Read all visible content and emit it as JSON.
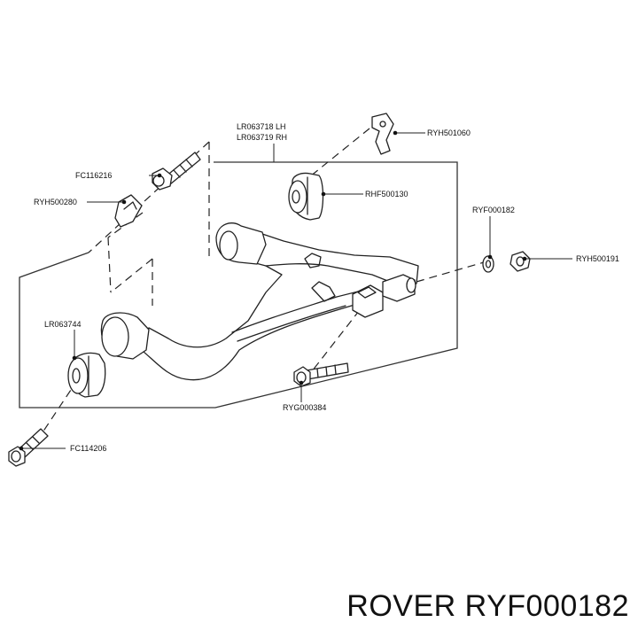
{
  "labels": {
    "arm_lh": "LR063718 LH",
    "arm_rh": "LR063719 RH",
    "bracket_top": "RYH501060",
    "bolt_top": "FC116216",
    "clip_left": "RYH500280",
    "bush_top": "RHF500130",
    "washer": "RYF000182",
    "nut": "RYH500191",
    "bush_front": "LR063744",
    "bolt_lower": "RYG000384",
    "bolt_front": "FC114206"
  },
  "caption": "ROVER RYF000182"
}
